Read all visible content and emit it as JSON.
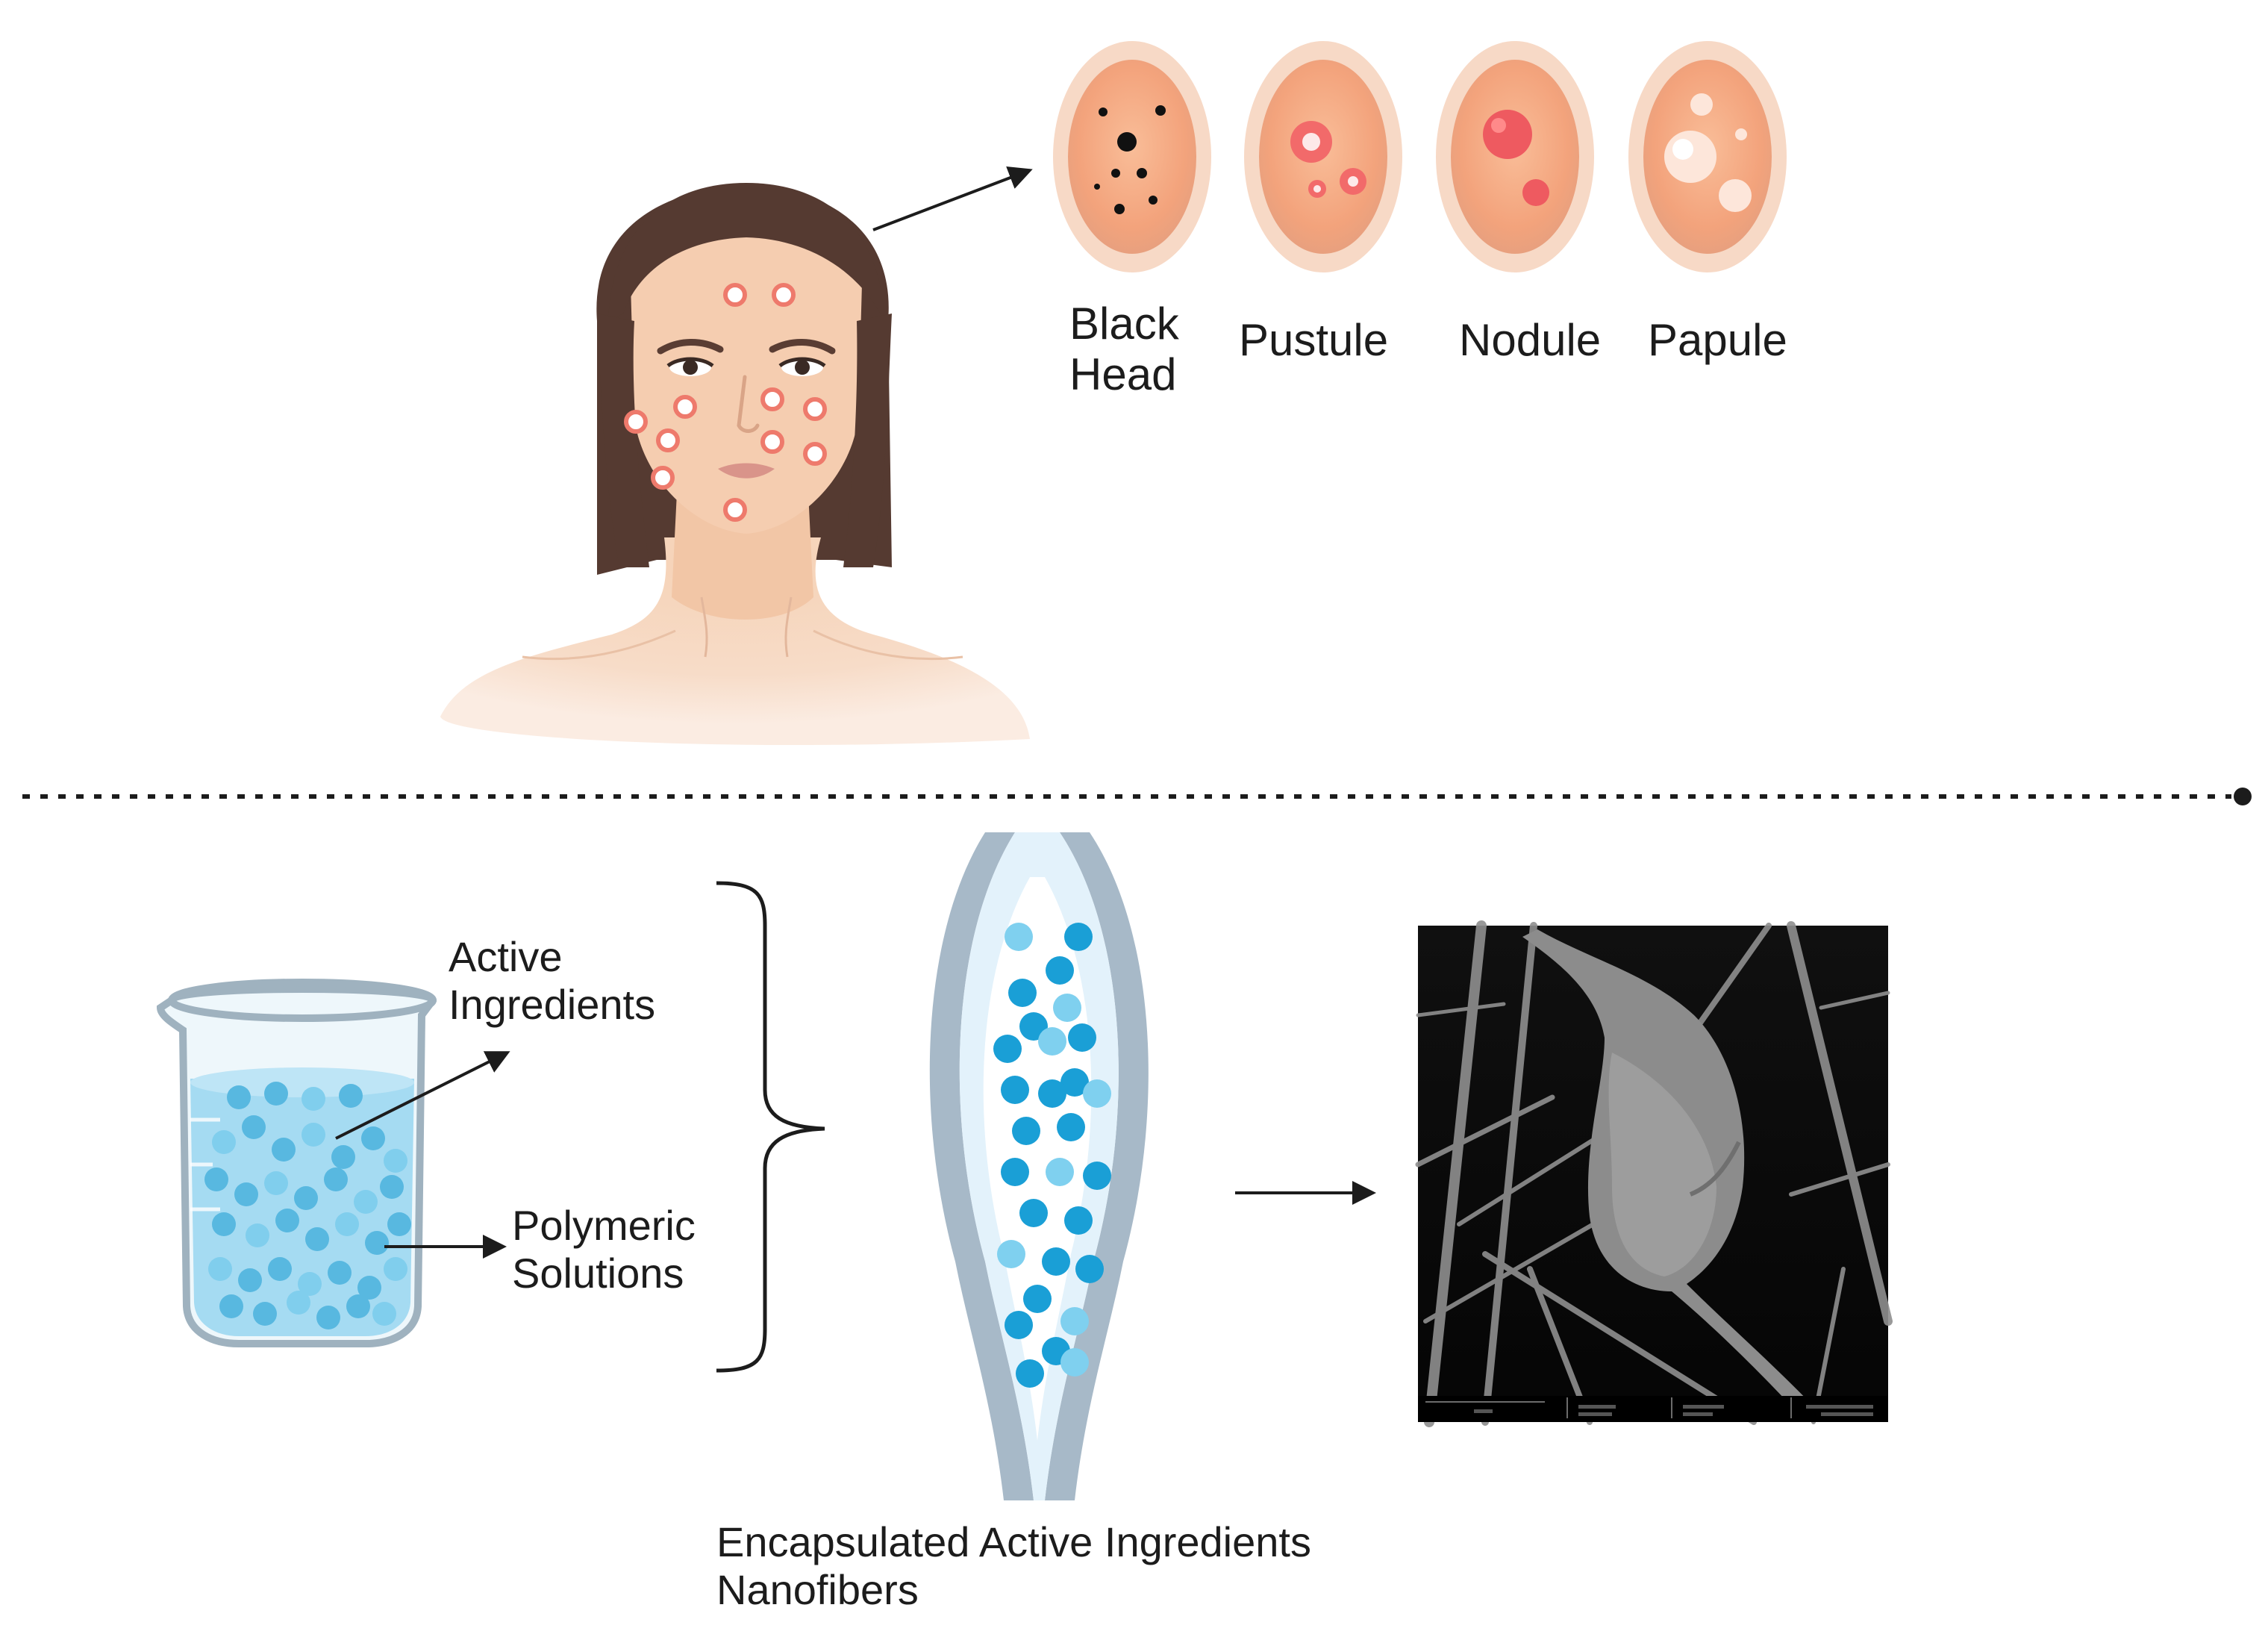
{
  "acne_types": [
    {
      "label": "Black\nHead",
      "icon": "blackhead-skin-icon"
    },
    {
      "label": "Pustule",
      "icon": "pustule-skin-icon"
    },
    {
      "label": "Nodule",
      "icon": "nodule-skin-icon"
    },
    {
      "label": "Papule",
      "icon": "papule-skin-icon"
    }
  ],
  "formulation": {
    "active_label": "Active\nIngredients",
    "polymer_label": "Polymeric\nSolutions"
  },
  "nanofiber": {
    "caption": "Encapsulated Active Ingredients\nNanofibers"
  },
  "colors": {
    "skin": "#f6d2b6",
    "hair": "#553a31",
    "lesion_ring": "#ee7a6c",
    "particle": "#1a9fd6",
    "fiber_wall": "#a7b9c8",
    "sem_background": "#0c0c0c"
  }
}
